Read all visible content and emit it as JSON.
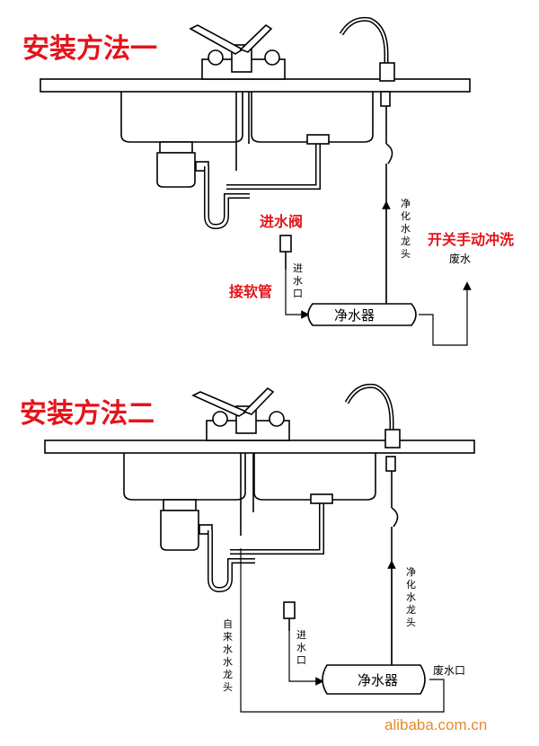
{
  "method1": {
    "title": "安装方法一",
    "inlet_valve": "进水阀",
    "connect_hose": "接软管",
    "inlet_port": "进水口",
    "purifier": "净水器",
    "faucet": "净化水龙头",
    "flush_switch": "开关手动冲洗",
    "waste": "废水"
  },
  "method2": {
    "title": "安装方法二",
    "inlet_port": "进水口",
    "purifier": "净水器",
    "faucet": "净化水龙头",
    "tap": "自来水水龙头",
    "waste_port": "废水口"
  },
  "watermark": "alibaba.com.cn",
  "colors": {
    "title": "#e4141b",
    "watermark": "#e48a2a"
  }
}
